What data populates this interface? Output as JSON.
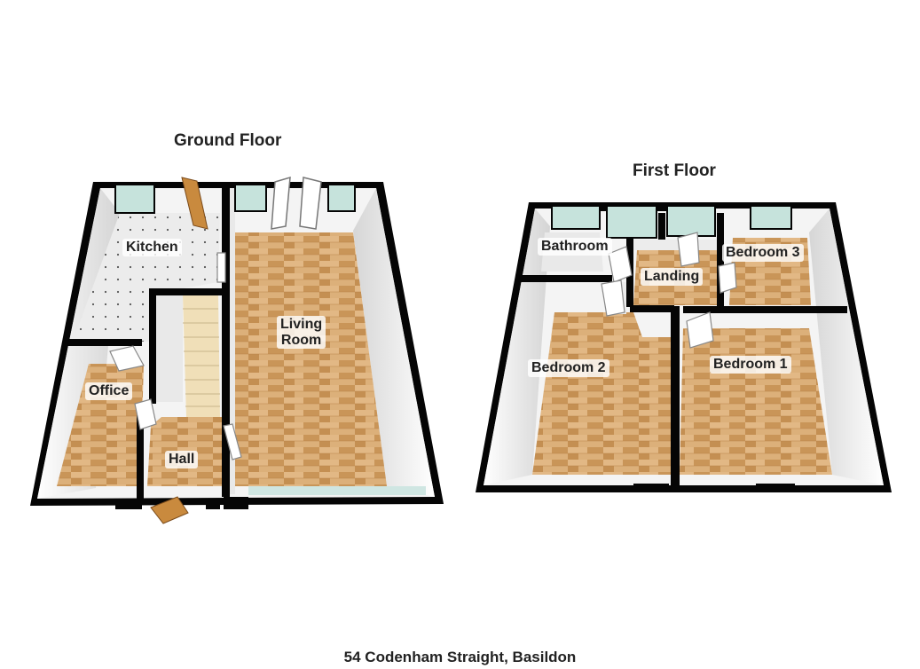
{
  "colors": {
    "wall": "#050505",
    "wall_inner": "#f2f2f2",
    "wood_light": "#d9ac74",
    "wood_dark": "#b07a44",
    "tile": "#e8e8e8",
    "window": "#c8e6e0",
    "door": "#c98a3e"
  },
  "floors": {
    "ground": {
      "title": "Ground Floor",
      "rooms": {
        "kitchen": "Kitchen",
        "living_room": "Living\nRoom",
        "office": "Office",
        "hall": "Hall"
      }
    },
    "first": {
      "title": "First Floor",
      "rooms": {
        "bathroom": "Bathroom",
        "landing": "Landing",
        "bedroom3": "Bedroom 3",
        "bedroom2": "Bedroom 2",
        "bedroom1": "Bedroom 1"
      }
    }
  },
  "address": "54 Codenham Straight, Basildon"
}
